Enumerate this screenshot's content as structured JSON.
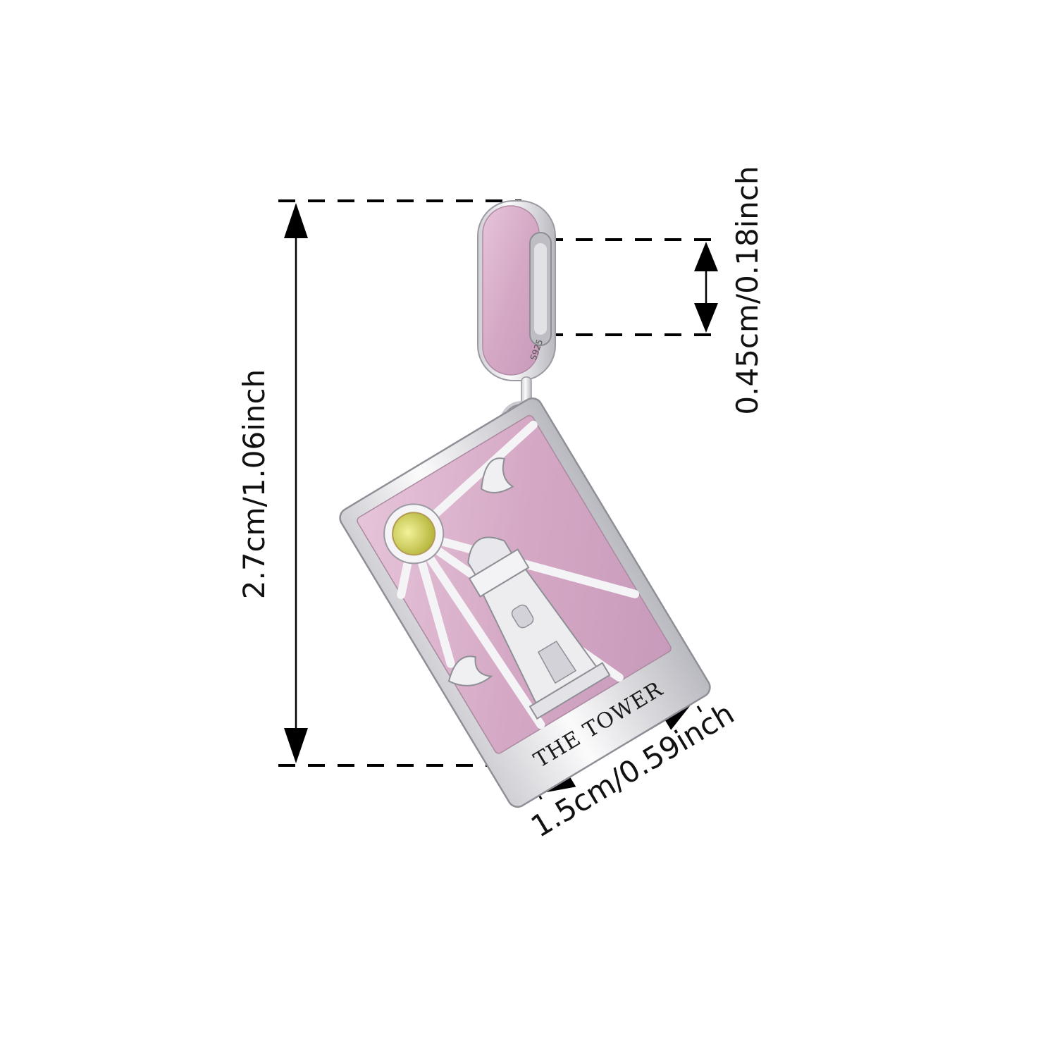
{
  "diagram": {
    "type": "product-dimension-diagram",
    "subject": "Tarot card dangle charm",
    "card_inscription": "THE TOWER",
    "metal_stamp": "S925",
    "colors": {
      "background": "#ffffff",
      "enamel": "#d9b3cc",
      "enamel_dark": "#c79ab8",
      "silver": "#e9e9ec",
      "silver_edge": "#9a9aa2",
      "stone": "#d9d96a",
      "dimension_line": "#000000"
    }
  },
  "dimensions": {
    "height": {
      "label": "2.7cm/1.06inch",
      "cm": 2.7,
      "inch": 1.06
    },
    "bead_hole": {
      "label": "0.45cm/0.18inch",
      "cm": 0.45,
      "inch": 0.18
    },
    "width": {
      "label": "1.5cm/0.59inch",
      "cm": 1.5,
      "inch": 0.59
    }
  }
}
